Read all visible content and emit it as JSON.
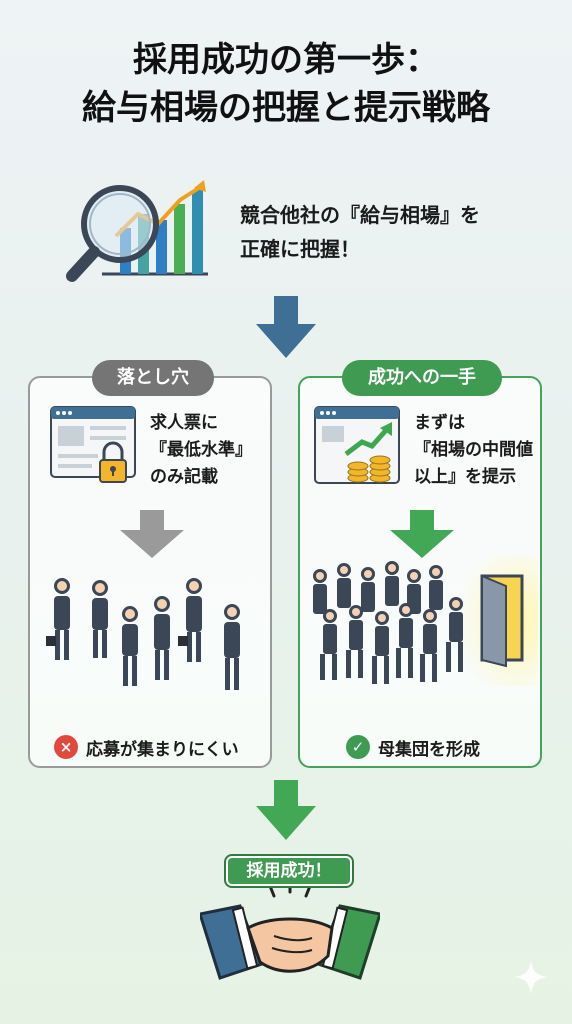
{
  "title": {
    "line1": "採用成功の第一歩：",
    "line2": "給与相場の把握と提示戦略"
  },
  "intro": {
    "line1": "競合他社の『給与相場』を",
    "line2": "正確に把握！",
    "icon": "magnifier-chart-icon"
  },
  "left_panel": {
    "tag": "落とし穴",
    "text_line1": "求人票に",
    "text_line2": "『最低水準』",
    "text_line3": "のみ記載",
    "result": "応募が集まりにくい",
    "result_icon": "×",
    "accent": "#757575"
  },
  "right_panel": {
    "tag": "成功への一手",
    "text_line1": "まずは",
    "text_line2": "『相場の中間値",
    "text_line3": "以上』を提示",
    "result": "母集団を形成",
    "result_icon": "✓",
    "accent": "#3f9a52"
  },
  "bottom": {
    "tag": "採用成功！",
    "icon": "handshake-icon"
  },
  "colors": {
    "primary_arrow": "#3f6f95",
    "gray_arrow": "#9a9a9a",
    "green_arrow": "#43a855",
    "suit": "#3b4656"
  }
}
